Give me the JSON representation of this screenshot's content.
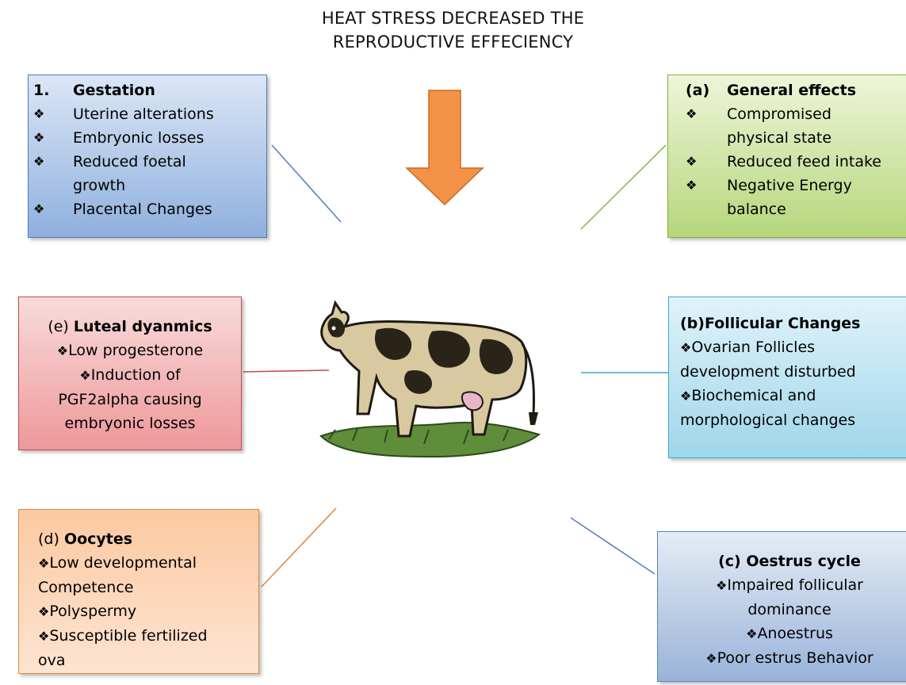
{
  "title": {
    "line1": "HEAT STRESS DECREASED THE",
    "line2": "REPRODUCTIVE EFFECIENCY"
  },
  "colors": {
    "arrow": "#f39247",
    "gestation": "#8fb0dd",
    "general": "#b6d67b",
    "luteal": "#ee9899",
    "follicular": "#9fd6ea",
    "oocytes": "#fcc9a1",
    "oestrus": "#99b3d9"
  },
  "icons": {
    "center": "cow-icon",
    "bullet": "diamond-bullet-icon",
    "pointer": "down-arrow-icon"
  },
  "gestation": {
    "number": "1.",
    "heading": "Gestation",
    "bullet": "❖",
    "items": [
      "Uterine alterations",
      "Embryonic losses",
      "Reduced foetal",
      "growth",
      "Placental Changes"
    ]
  },
  "general": {
    "letter": "(a)",
    "heading": "General effects",
    "bullet": "❖",
    "items": [
      "Compromised",
      "physical state",
      "Reduced feed intake",
      "Negative Energy",
      "balance"
    ]
  },
  "luteal": {
    "letter": "(e)",
    "heading": "Luteal dyanmics",
    "bullet": "❖",
    "items": [
      "Low progesterone",
      "Induction of",
      "PGF2alpha causing",
      "embryonic losses"
    ]
  },
  "follicular": {
    "heading": "(b)Follicular Changes",
    "bullet": "❖",
    "items": [
      "Ovarian Follicles",
      "development disturbed",
      "Biochemical and",
      "morphological changes"
    ]
  },
  "oocytes": {
    "letter": "(d)",
    "heading": "Oocytes",
    "bullet": "❖",
    "items": [
      "Low developmental",
      "Competence",
      "Polyspermy",
      "Susceptible fertilized",
      "ova"
    ]
  },
  "oestrus": {
    "heading": "(c) Oestrus cycle",
    "bullet": "❖",
    "items": [
      "Impaired follicular",
      "dominance",
      "Anoestrus",
      "Poor estrus Behavior"
    ]
  }
}
